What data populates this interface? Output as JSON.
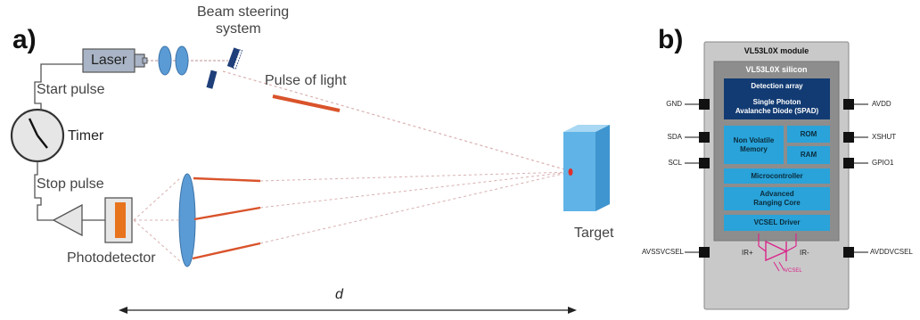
{
  "panel_a": {
    "label": "a)",
    "beam_steering": [
      "Beam steering",
      "system"
    ],
    "laser": "Laser",
    "start_pulse": "Start pulse",
    "timer": "Timer",
    "stop_pulse": "Stop pulse",
    "pulse_of_light": "Pulse of light",
    "photodetector": "Photodetector",
    "target": "Target",
    "distance": "d"
  },
  "panel_b": {
    "label": "b)",
    "module_title": "VL53L0X module",
    "silicon_title": "VL53L0X silicon",
    "detection_array": "Detection array",
    "spad": [
      "Single Photon",
      "Avalanche Diode (SPAD)"
    ],
    "nvm": [
      "Non Volatile",
      "Memory"
    ],
    "rom": "ROM",
    "ram": "RAM",
    "microcontroller": "Microcontroller",
    "ranging_core": [
      "Advanced",
      "Ranging Core"
    ],
    "vcsel_driver": "VCSEL Driver",
    "ir_plus": "IR+",
    "ir_minus": "IR-",
    "vcsel": "VCSEL",
    "pins_left": [
      "GND",
      "SDA",
      "SCL",
      "AVSSVCSEL"
    ],
    "pins_right": [
      "AVDD",
      "XSHUT",
      "GPIO1",
      "AVDDVCSEL"
    ]
  },
  "colors": {
    "laser_body": "#a9b4c6",
    "lens": "#5b9bd5",
    "pulse": "#d9532b",
    "target": "#5fb3e6",
    "module": "#c9c9c9",
    "silicon": "#8d8d8d",
    "dark_block": "#123b73",
    "light_block": "#29a3d9",
    "vcsel": "#d9268a"
  }
}
